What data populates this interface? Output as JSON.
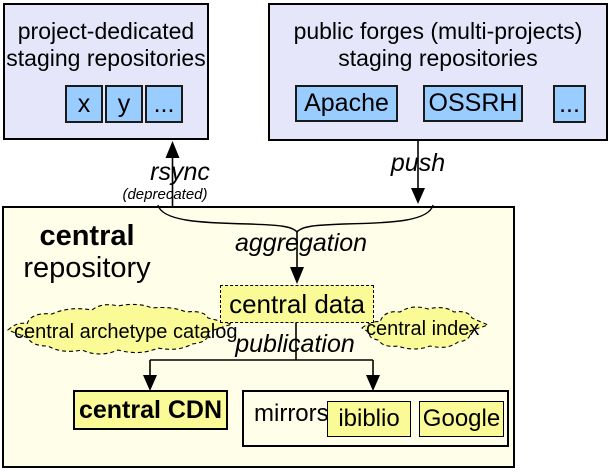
{
  "colors": {
    "staging_box_bg": "#e6e6fa",
    "repo_chip_bg": "#99ccff",
    "central_bg": "#fffee9",
    "item_yellow": "#fafa96",
    "line_color": "#000000"
  },
  "top_left_box": {
    "title": "project-dedicated staging repositories",
    "chips": [
      "x",
      "y",
      "..."
    ]
  },
  "top_right_box": {
    "title": "public forges (multi-projects) staging repositories",
    "chips": [
      "Apache",
      "OSSRH",
      "..."
    ]
  },
  "edges": {
    "rsync_label": "rsync",
    "rsync_note": "(deprecated)",
    "push_label": "push",
    "aggregation_label": "aggregation",
    "publication_label": "publication"
  },
  "central": {
    "title_line1": "central",
    "title_line2": "repository",
    "data_label": "central data",
    "catalog_label": "central archetype catalog",
    "index_label": "central index",
    "cdn_label": "central CDN",
    "mirrors_label": "mirrors",
    "mirrors": [
      "ibiblio",
      "Google"
    ]
  }
}
